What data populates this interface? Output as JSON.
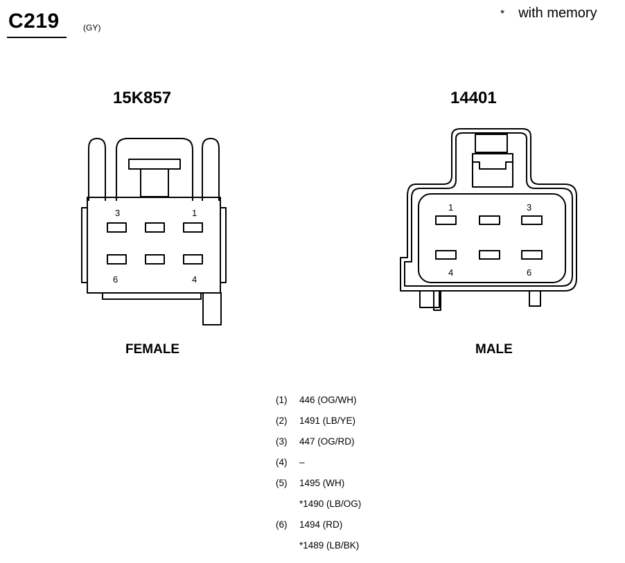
{
  "header": {
    "connector_id": "C219",
    "connector_color": "(GY)",
    "memory_note_symbol": "*",
    "memory_note_text": "with memory"
  },
  "female": {
    "part_number": "15K857",
    "label": "FEMALE",
    "pin_labels": [
      "3",
      "1",
      "6",
      "4"
    ]
  },
  "male": {
    "part_number": "14401",
    "label": "MALE",
    "pin_labels": [
      "1",
      "3",
      "4",
      "6"
    ]
  },
  "pinout": [
    {
      "pin": "(1)",
      "circuits": [
        "446 (OG/WH)"
      ]
    },
    {
      "pin": "(2)",
      "circuits": [
        "1491 (LB/YE)"
      ]
    },
    {
      "pin": "(3)",
      "circuits": [
        "447 (OG/RD)"
      ]
    },
    {
      "pin": "(4)",
      "circuits": [
        "–"
      ]
    },
    {
      "pin": "(5)",
      "circuits": [
        "1495 (WH)",
        "*1490 (LB/OG)"
      ]
    },
    {
      "pin": "(6)",
      "circuits": [
        "1494 (RD)",
        "*1489 (LB/BK)"
      ]
    }
  ]
}
